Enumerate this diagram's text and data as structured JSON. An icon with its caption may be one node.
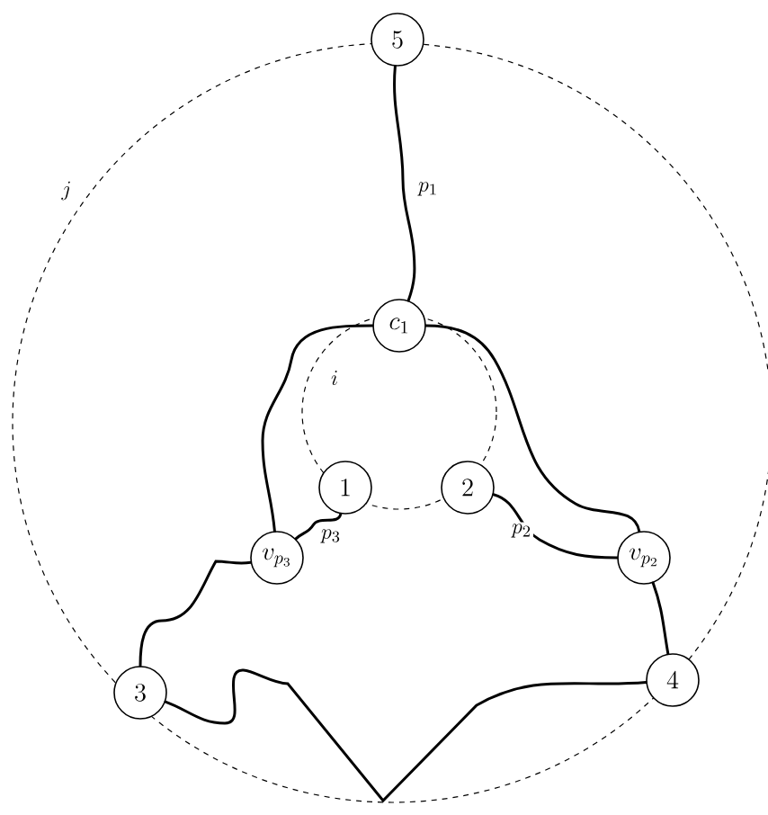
{
  "diagram": {
    "nodes": [
      {
        "text": [
          "5"
        ]
      },
      {
        "text": [
          "c_1"
        ]
      },
      {
        "text": [
          "1"
        ]
      },
      {
        "text": [
          "2"
        ]
      },
      {
        "text": [
          "v_{p_3}"
        ]
      },
      {
        "text": [
          "v_{p_2}"
        ]
      },
      {
        "text": [
          "3"
        ]
      },
      {
        "text": [
          "4"
        ]
      }
    ],
    "edges": [
      {
        "from": 0,
        "to": 1,
        "arrow": "none",
        "label": "p_1"
      },
      {
        "from": 1,
        "to": 4,
        "arrow": "none"
      },
      {
        "from": 1,
        "to": 5,
        "arrow": "none"
      },
      {
        "from": 2,
        "to": 4,
        "arrow": "none",
        "label": "p_3"
      },
      {
        "from": 3,
        "to": 5,
        "arrow": "none",
        "label": "p_2"
      },
      {
        "from": 4,
        "to": 6,
        "arrow": "none"
      },
      {
        "from": 5,
        "to": 7,
        "arrow": "none"
      },
      {
        "from": 6,
        "to": 7,
        "arrow": "none"
      }
    ],
    "labels": [
      "j",
      "i"
    ]
  }
}
